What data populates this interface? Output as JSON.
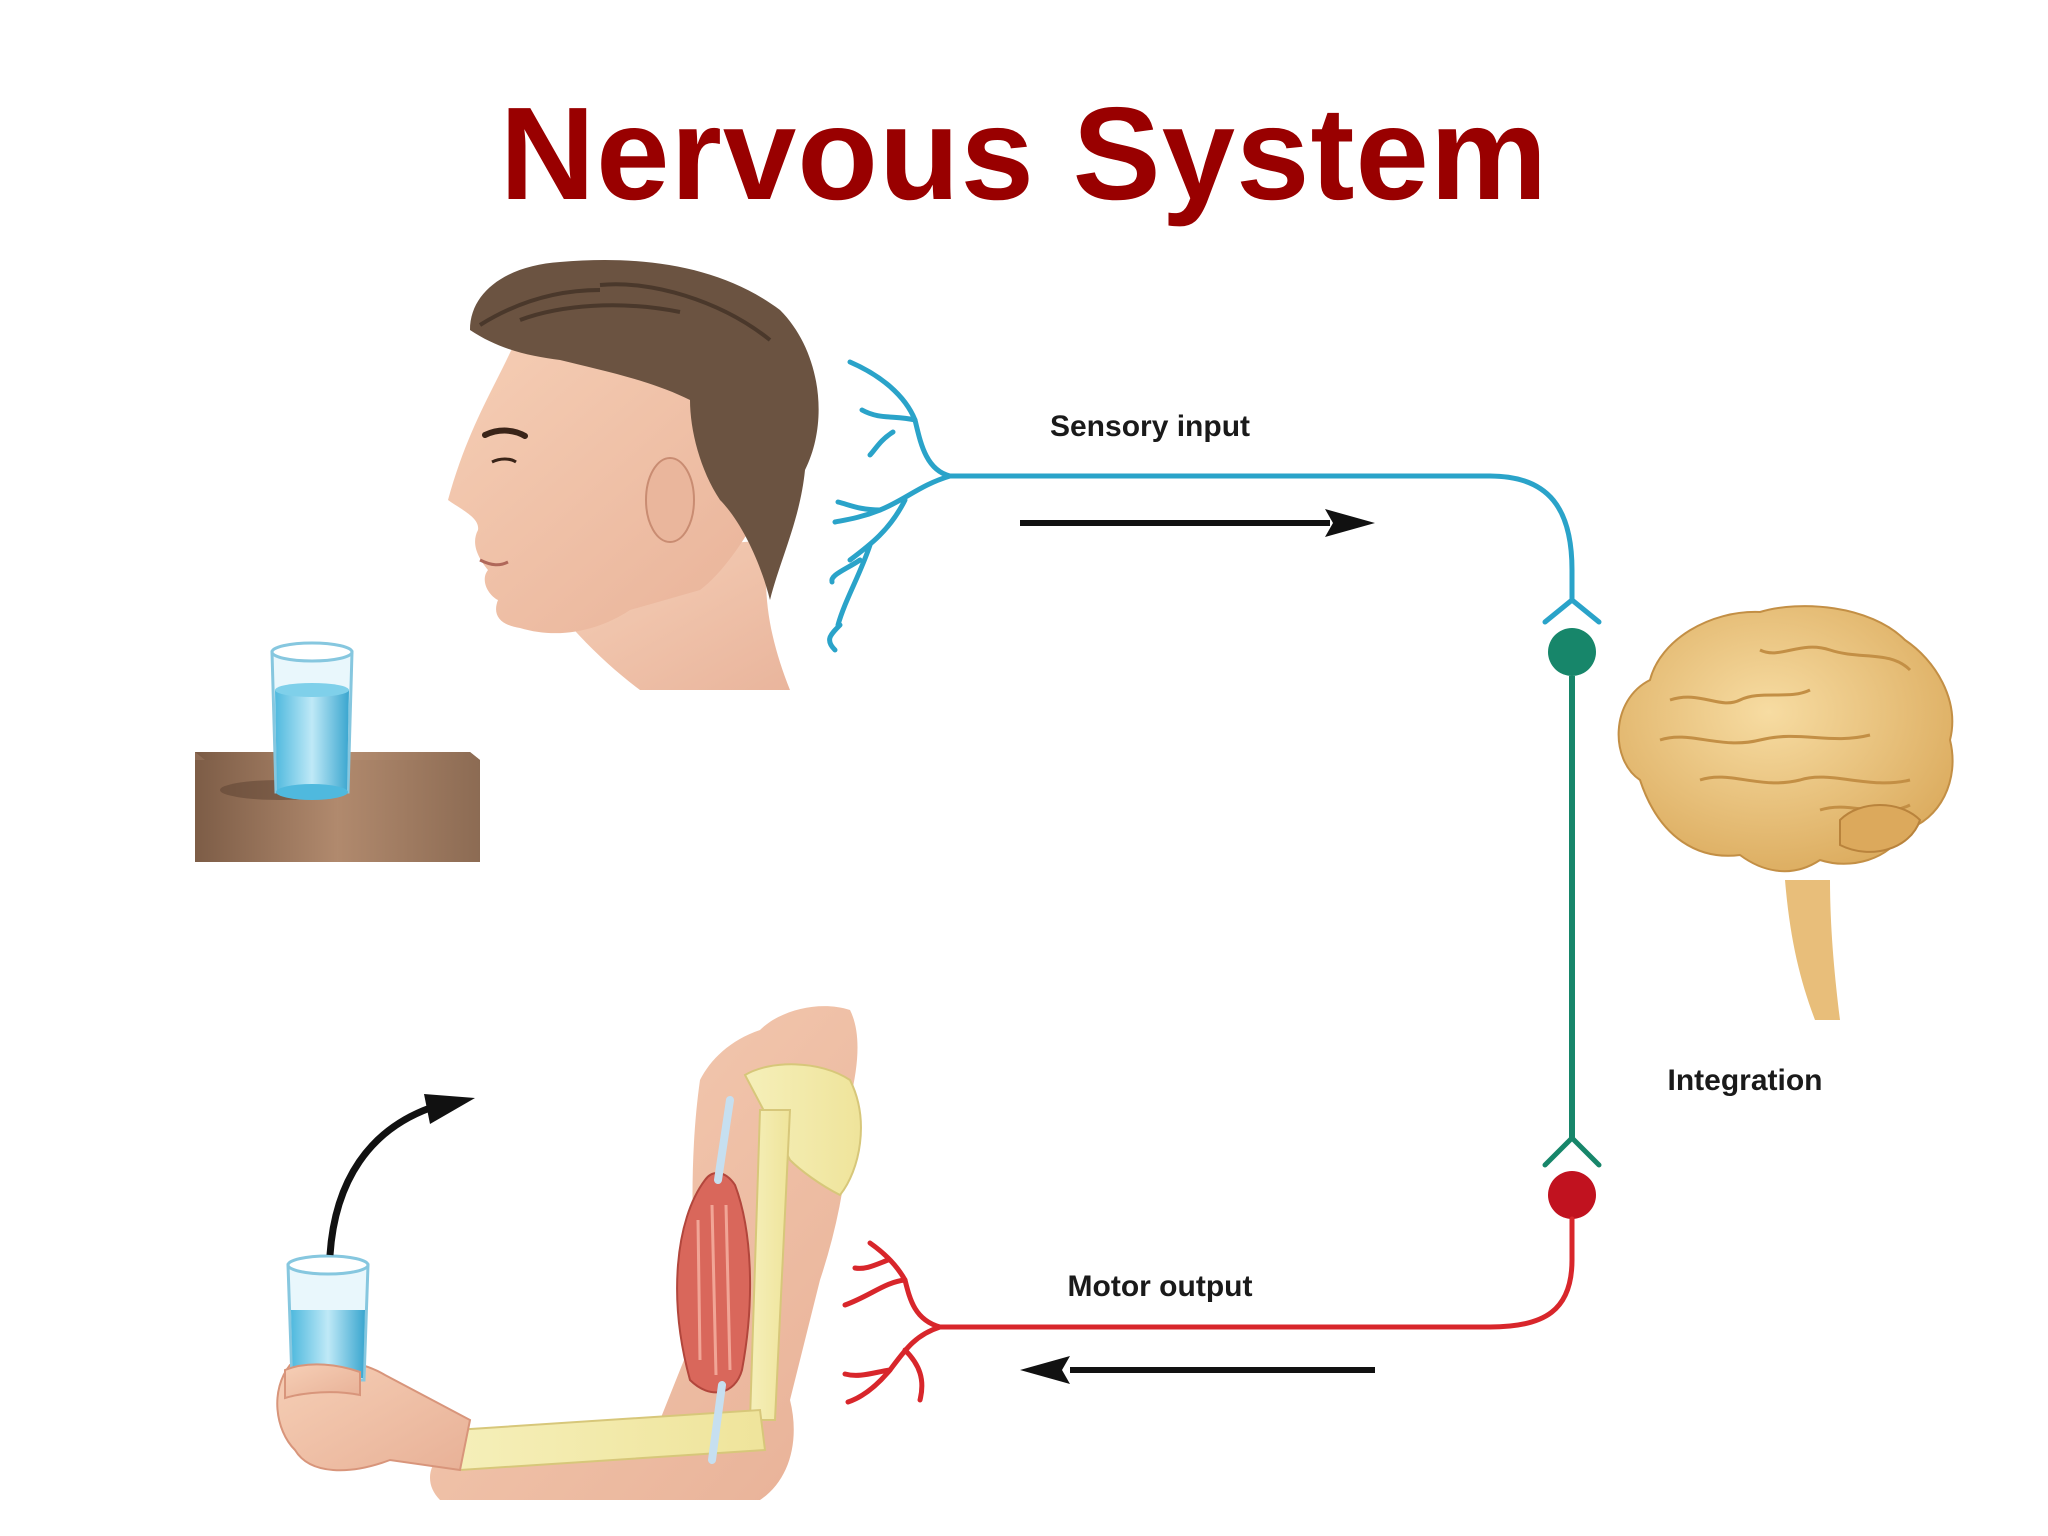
{
  "title": "Nervous System",
  "labels": {
    "sensory": "Sensory input",
    "integration": "Integration",
    "motor": "Motor output"
  },
  "colors": {
    "title": "#990000",
    "sensory_nerve": "#2aa3c9",
    "integration_nerve": "#17866a",
    "motor_nerve": "#d8262b",
    "arrow": "#111111",
    "label_text": "#1a1a1a"
  },
  "illustrations": [
    "head-profile",
    "glass-on-table",
    "brain",
    "arm-lifting-glass"
  ]
}
